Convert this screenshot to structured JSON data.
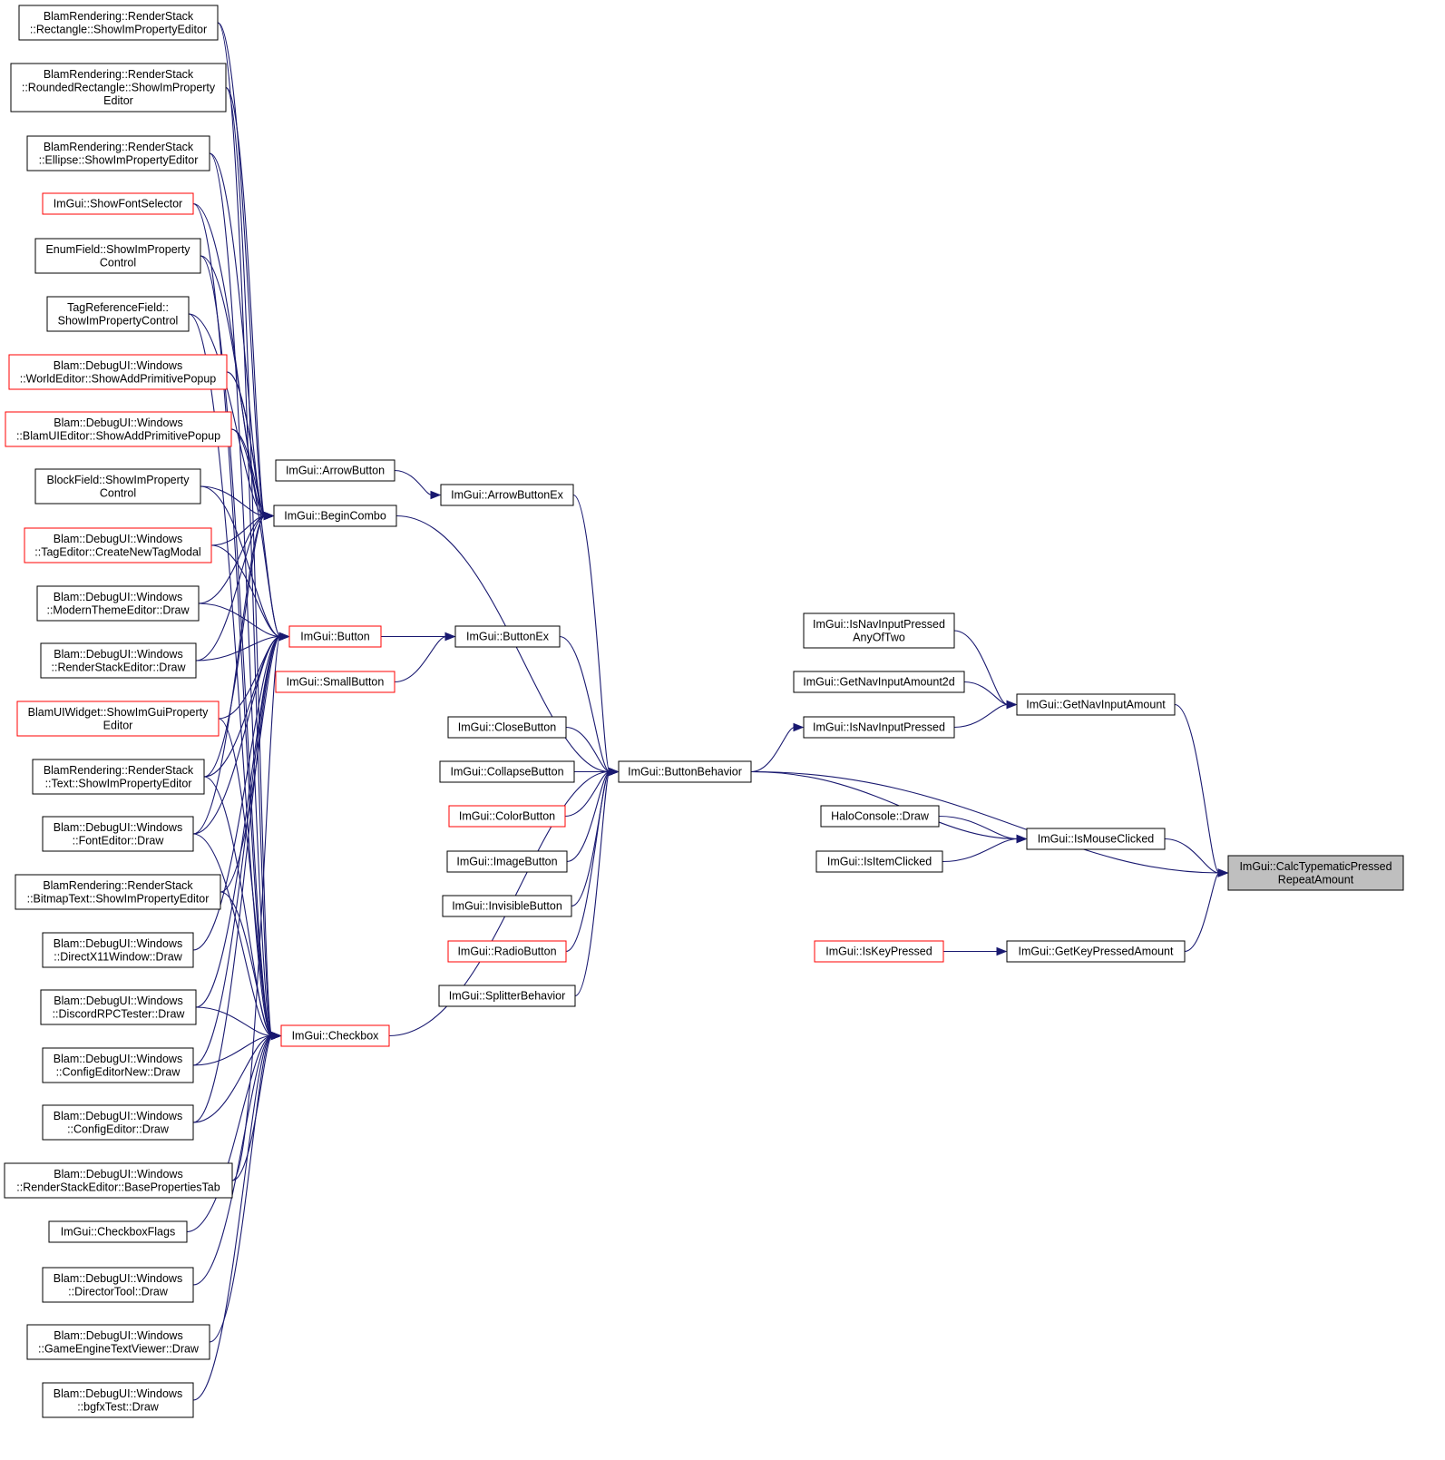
{
  "colors": {
    "edge": "#191970",
    "box_border": "#000000",
    "truncated_border": "#ff0000",
    "root_fill": "#bfbfbf",
    "background": "#ffffff"
  },
  "nodes": [
    {
      "id": "rect_editor",
      "lines": [
        "BlamRendering::RenderStack",
        "::Rectangle::ShowImPropertyEditor"
      ],
      "truncated": false
    },
    {
      "id": "roundrect_editor",
      "lines": [
        "BlamRendering::RenderStack",
        "::RoundedRectangle::ShowImProperty",
        "Editor"
      ],
      "truncated": false
    },
    {
      "id": "ellipse_editor",
      "lines": [
        "BlamRendering::RenderStack",
        "::Ellipse::ShowImPropertyEditor"
      ],
      "truncated": false
    },
    {
      "id": "show_font_selector",
      "lines": [
        "ImGui::ShowFontSelector"
      ],
      "truncated": true
    },
    {
      "id": "enumfield",
      "lines": [
        "EnumField::ShowImProperty",
        "Control"
      ],
      "truncated": false
    },
    {
      "id": "tagref",
      "lines": [
        "TagReferenceField::",
        "ShowImPropertyControl"
      ],
      "truncated": false
    },
    {
      "id": "world_editor",
      "lines": [
        "Blam::DebugUI::Windows",
        "::WorldEditor::ShowAddPrimitivePopup"
      ],
      "truncated": true
    },
    {
      "id": "blamui_editor",
      "lines": [
        "Blam::DebugUI::Windows",
        "::BlamUIEditor::ShowAddPrimitivePopup"
      ],
      "truncated": true
    },
    {
      "id": "blockfield",
      "lines": [
        "BlockField::ShowImProperty",
        "Control"
      ],
      "truncated": false
    },
    {
      "id": "tag_editor",
      "lines": [
        "Blam::DebugUI::Windows",
        "::TagEditor::CreateNewTagModal"
      ],
      "truncated": true
    },
    {
      "id": "modern_theme",
      "lines": [
        "Blam::DebugUI::Windows",
        "::ModernThemeEditor::Draw"
      ],
      "truncated": false
    },
    {
      "id": "renderstack_editor",
      "lines": [
        "Blam::DebugUI::Windows",
        "::RenderStackEditor::Draw"
      ],
      "truncated": false
    },
    {
      "id": "blamuiwidget",
      "lines": [
        "BlamUIWidget::ShowImGuiProperty",
        "Editor"
      ],
      "truncated": true
    },
    {
      "id": "text_editor",
      "lines": [
        "BlamRendering::RenderStack",
        "::Text::ShowImPropertyEditor"
      ],
      "truncated": false
    },
    {
      "id": "font_editor",
      "lines": [
        "Blam::DebugUI::Windows",
        "::FontEditor::Draw"
      ],
      "truncated": false
    },
    {
      "id": "bitmaptext_editor",
      "lines": [
        "BlamRendering::RenderStack",
        "::BitmapText::ShowImPropertyEditor"
      ],
      "truncated": false
    },
    {
      "id": "directx11",
      "lines": [
        "Blam::DebugUI::Windows",
        "::DirectX11Window::Draw"
      ],
      "truncated": false
    },
    {
      "id": "discord",
      "lines": [
        "Blam::DebugUI::Windows",
        "::DiscordRPCTester::Draw"
      ],
      "truncated": false
    },
    {
      "id": "configeditornew",
      "lines": [
        "Blam::DebugUI::Windows",
        "::ConfigEditorNew::Draw"
      ],
      "truncated": false
    },
    {
      "id": "configeditor",
      "lines": [
        "Blam::DebugUI::Windows",
        "::ConfigEditor::Draw"
      ],
      "truncated": false
    },
    {
      "id": "baseprops",
      "lines": [
        "Blam::DebugUI::Windows",
        "::RenderStackEditor::BasePropertiesTab"
      ],
      "truncated": false
    },
    {
      "id": "checkboxflags",
      "lines": [
        "ImGui::CheckboxFlags"
      ],
      "truncated": false
    },
    {
      "id": "directortool",
      "lines": [
        "Blam::DebugUI::Windows",
        "::DirectorTool::Draw"
      ],
      "truncated": false
    },
    {
      "id": "gameenginetext",
      "lines": [
        "Blam::DebugUI::Windows",
        "::GameEngineTextViewer::Draw"
      ],
      "truncated": false
    },
    {
      "id": "bgfxtest",
      "lines": [
        "Blam::DebugUI::Windows",
        "::bgfxTest::Draw"
      ],
      "truncated": false
    },
    {
      "id": "arrowbutton",
      "lines": [
        "ImGui::ArrowButton"
      ],
      "truncated": false
    },
    {
      "id": "begincombo",
      "lines": [
        "ImGui::BeginCombo"
      ],
      "truncated": false
    },
    {
      "id": "button",
      "lines": [
        "ImGui::Button"
      ],
      "truncated": true
    },
    {
      "id": "smallbutton",
      "lines": [
        "ImGui::SmallButton"
      ],
      "truncated": true
    },
    {
      "id": "checkbox",
      "lines": [
        "ImGui::Checkbox"
      ],
      "truncated": true
    },
    {
      "id": "arrowbuttonex",
      "lines": [
        "ImGui::ArrowButtonEx"
      ],
      "truncated": false
    },
    {
      "id": "buttonex",
      "lines": [
        "ImGui::ButtonEx"
      ],
      "truncated": false
    },
    {
      "id": "closebutton",
      "lines": [
        "ImGui::CloseButton"
      ],
      "truncated": false
    },
    {
      "id": "collapsebutton",
      "lines": [
        "ImGui::CollapseButton"
      ],
      "truncated": false
    },
    {
      "id": "colorbutton",
      "lines": [
        "ImGui::ColorButton"
      ],
      "truncated": true
    },
    {
      "id": "imagebutton",
      "lines": [
        "ImGui::ImageButton"
      ],
      "truncated": false
    },
    {
      "id": "invisiblebutton",
      "lines": [
        "ImGui::InvisibleButton"
      ],
      "truncated": false
    },
    {
      "id": "radiobutton",
      "lines": [
        "ImGui::RadioButton"
      ],
      "truncated": true
    },
    {
      "id": "splitterbehavior",
      "lines": [
        "ImGui::SplitterBehavior"
      ],
      "truncated": false
    },
    {
      "id": "buttonbehavior",
      "lines": [
        "ImGui::ButtonBehavior"
      ],
      "truncated": false
    },
    {
      "id": "isnavinputpressedanyoftwo",
      "lines": [
        "ImGui::IsNavInputPressed",
        "AnyOfTwo"
      ],
      "truncated": false
    },
    {
      "id": "getnavinputamount2d",
      "lines": [
        "ImGui::GetNavInputAmount2d"
      ],
      "truncated": false
    },
    {
      "id": "isnavinputpressed",
      "lines": [
        "ImGui::IsNavInputPressed"
      ],
      "truncated": false
    },
    {
      "id": "getnavinputamount",
      "lines": [
        "ImGui::GetNavInputAmount"
      ],
      "truncated": false
    },
    {
      "id": "haloconsole",
      "lines": [
        "HaloConsole::Draw"
      ],
      "truncated": false
    },
    {
      "id": "isitemclicked",
      "lines": [
        "ImGui::IsItemClicked"
      ],
      "truncated": false
    },
    {
      "id": "ismouseclicked",
      "lines": [
        "ImGui::IsMouseClicked"
      ],
      "truncated": false
    },
    {
      "id": "iskeypressed",
      "lines": [
        "ImGui::IsKeyPressed"
      ],
      "truncated": true
    },
    {
      "id": "getkeypressedamount",
      "lines": [
        "ImGui::GetKeyPressedAmount"
      ],
      "truncated": false
    },
    {
      "id": "calctypematic",
      "lines": [
        "ImGui::CalcTypematicPressed",
        "RepeatAmount"
      ],
      "truncated": false,
      "root": true
    }
  ],
  "edges": [
    [
      "rect_editor",
      "begincombo"
    ],
    [
      "roundrect_editor",
      "begincombo"
    ],
    [
      "ellipse_editor",
      "begincombo"
    ],
    [
      "show_font_selector",
      "begincombo"
    ],
    [
      "enumfield",
      "begincombo"
    ],
    [
      "tagref",
      "begincombo"
    ],
    [
      "world_editor",
      "begincombo"
    ],
    [
      "blamui_editor",
      "begincombo"
    ],
    [
      "blockfield",
      "begincombo"
    ],
    [
      "tag_editor",
      "begincombo"
    ],
    [
      "modern_theme",
      "begincombo"
    ],
    [
      "renderstack_editor",
      "begincombo"
    ],
    [
      "text_editor",
      "begincombo"
    ],
    [
      "font_editor",
      "begincombo"
    ],
    [
      "world_editor",
      "button"
    ],
    [
      "blamui_editor",
      "button"
    ],
    [
      "blockfield",
      "button"
    ],
    [
      "tag_editor",
      "button"
    ],
    [
      "modern_theme",
      "button"
    ],
    [
      "renderstack_editor",
      "button"
    ],
    [
      "blamuiwidget",
      "button"
    ],
    [
      "text_editor",
      "button"
    ],
    [
      "font_editor",
      "button"
    ],
    [
      "bitmaptext_editor",
      "button"
    ],
    [
      "directx11",
      "button"
    ],
    [
      "discord",
      "button"
    ],
    [
      "configeditornew",
      "button"
    ],
    [
      "configeditor",
      "button"
    ],
    [
      "baseprops",
      "button"
    ],
    [
      "rect_editor",
      "checkbox"
    ],
    [
      "roundrect_editor",
      "checkbox"
    ],
    [
      "ellipse_editor",
      "checkbox"
    ],
    [
      "show_font_selector",
      "checkbox"
    ],
    [
      "enumfield",
      "checkbox"
    ],
    [
      "tagref",
      "checkbox"
    ],
    [
      "blamuiwidget",
      "checkbox"
    ],
    [
      "text_editor",
      "checkbox"
    ],
    [
      "font_editor",
      "checkbox"
    ],
    [
      "bitmaptext_editor",
      "checkbox"
    ],
    [
      "discord",
      "checkbox"
    ],
    [
      "configeditornew",
      "checkbox"
    ],
    [
      "configeditor",
      "checkbox"
    ],
    [
      "baseprops",
      "checkbox"
    ],
    [
      "checkboxflags",
      "checkbox"
    ],
    [
      "directortool",
      "checkbox"
    ],
    [
      "gameenginetext",
      "checkbox"
    ],
    [
      "bgfxtest",
      "checkbox"
    ],
    [
      "arrowbutton",
      "arrowbuttonex"
    ],
    [
      "button",
      "buttonex"
    ],
    [
      "smallbutton",
      "buttonex"
    ],
    [
      "arrowbuttonex",
      "buttonbehavior"
    ],
    [
      "begincombo",
      "buttonbehavior"
    ],
    [
      "buttonex",
      "buttonbehavior"
    ],
    [
      "checkbox",
      "buttonbehavior"
    ],
    [
      "closebutton",
      "buttonbehavior"
    ],
    [
      "collapsebutton",
      "buttonbehavior"
    ],
    [
      "colorbutton",
      "buttonbehavior"
    ],
    [
      "imagebutton",
      "buttonbehavior"
    ],
    [
      "invisiblebutton",
      "buttonbehavior"
    ],
    [
      "radiobutton",
      "buttonbehavior"
    ],
    [
      "splitterbehavior",
      "buttonbehavior"
    ],
    [
      "buttonbehavior",
      "isnavinputpressed"
    ],
    [
      "buttonbehavior",
      "ismouseclicked"
    ],
    [
      "buttonbehavior",
      "calctypematic"
    ],
    [
      "isnavinputpressedanyoftwo",
      "getnavinputamount"
    ],
    [
      "getnavinputamount2d",
      "getnavinputamount"
    ],
    [
      "isnavinputpressed",
      "getnavinputamount"
    ],
    [
      "haloconsole",
      "ismouseclicked"
    ],
    [
      "isitemclicked",
      "ismouseclicked"
    ],
    [
      "iskeypressed",
      "getkeypressedamount"
    ],
    [
      "getnavinputamount",
      "calctypematic"
    ],
    [
      "ismouseclicked",
      "calctypematic"
    ],
    [
      "getkeypressedamount",
      "calctypematic"
    ]
  ]
}
